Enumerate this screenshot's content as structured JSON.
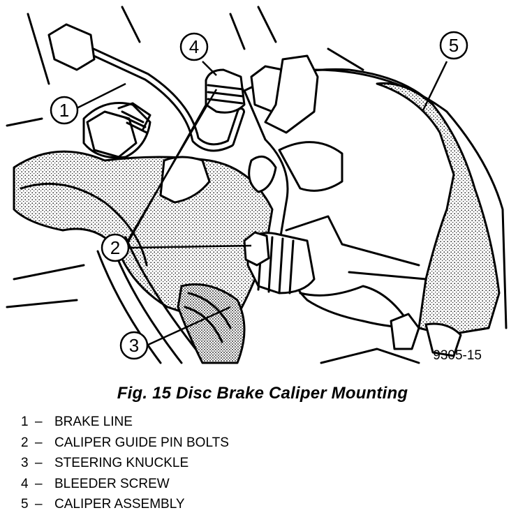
{
  "drawing_code": "9305-15",
  "caption": "Fig. 15 Disc Brake Caliper Mounting",
  "callouts": [
    {
      "number": "1"
    },
    {
      "number": "2"
    },
    {
      "number": "3"
    },
    {
      "number": "4"
    },
    {
      "number": "5"
    }
  ],
  "legend": [
    {
      "number": "1",
      "dash": "–",
      "label": "BRAKE LINE"
    },
    {
      "number": "2",
      "dash": "–",
      "label": "CALIPER GUIDE PIN BOLTS"
    },
    {
      "number": "3",
      "dash": "–",
      "label": "STEERING KNUCKLE"
    },
    {
      "number": "4",
      "dash": "–",
      "label": "BLEEDER SCREW"
    },
    {
      "number": "5",
      "dash": "–",
      "label": "CALIPER ASSEMBLY"
    }
  ],
  "colors": {
    "ink": "#000000",
    "paper": "#ffffff",
    "shade": "#b8b8b8"
  }
}
